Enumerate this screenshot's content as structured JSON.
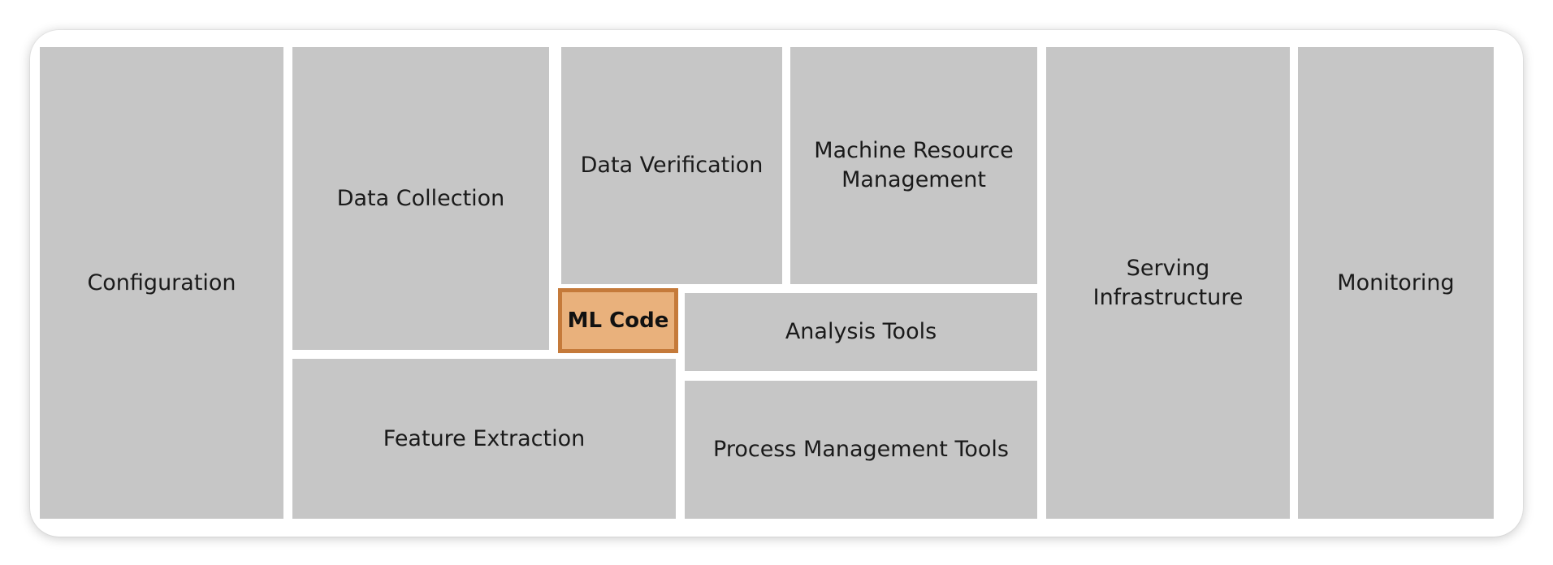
{
  "diagram": {
    "blocks": {
      "configuration": "Configuration",
      "data_collection": "Data Collection",
      "data_verification": "Data Verification",
      "machine_resource_management": "Machine Resource\nManagement",
      "serving_infrastructure": "Serving\nInfrastructure",
      "monitoring": "Monitoring",
      "ml_code": "ML Code",
      "analysis_tools": "Analysis Tools",
      "feature_extraction": "Feature Extraction",
      "process_management_tools": "Process Management Tools"
    },
    "colors": {
      "block_fill": "#c6c6c6",
      "highlight_fill": "#e9b17c",
      "highlight_border": "#c57a3a"
    }
  }
}
